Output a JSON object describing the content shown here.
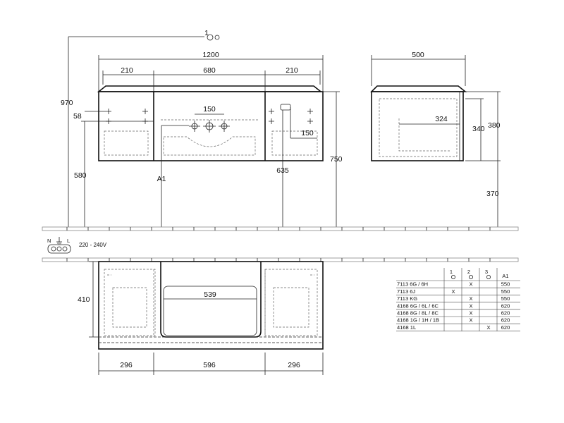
{
  "annotations": {
    "wall_mark": "1",
    "front_width": "1200",
    "left_module": "210",
    "center_module": "680",
    "right_module": "210",
    "tap_spacing": "150",
    "hole_offset": "58",
    "height_total": "970",
    "height_floor": "580",
    "label_a1": "A1",
    "waste_height": "635",
    "overall_height": "750",
    "socket_offset": "150",
    "side_depth": "500",
    "side_inner": "324",
    "side_h1": "340",
    "side_h2": "380",
    "side_floor": "370",
    "power_label": "220 - 240V",
    "plan_depth": "410",
    "plan_inner": "539",
    "bottom_left": "296",
    "bottom_center": "596",
    "bottom_right": "296"
  },
  "power_symbols": {
    "n": "N",
    "l": "L"
  },
  "table": {
    "headers": [
      "1",
      "2",
      "3",
      "A1"
    ],
    "rows": [
      {
        "code": "7113 6G / 6H",
        "c1": "",
        "c2": "X",
        "c3": "",
        "a1": "550"
      },
      {
        "code": "7113 6J",
        "c1": "X",
        "c2": "",
        "c3": "",
        "a1": "550"
      },
      {
        "code": "7113 KG",
        "c1": "",
        "c2": "X",
        "c3": "",
        "a1": "550"
      },
      {
        "code": "4168 6G / 6L / 6C",
        "c1": "",
        "c2": "X",
        "c3": "",
        "a1": "620"
      },
      {
        "code": "4168 8G / 8L / 8C",
        "c1": "",
        "c2": "X",
        "c3": "",
        "a1": "620"
      },
      {
        "code": "4168 1G / 1H / 1B",
        "c1": "",
        "c2": "X",
        "c3": "",
        "a1": "620"
      },
      {
        "code": "4168 1L",
        "c1": "",
        "c2": "",
        "c3": "X",
        "a1": "620"
      }
    ]
  }
}
